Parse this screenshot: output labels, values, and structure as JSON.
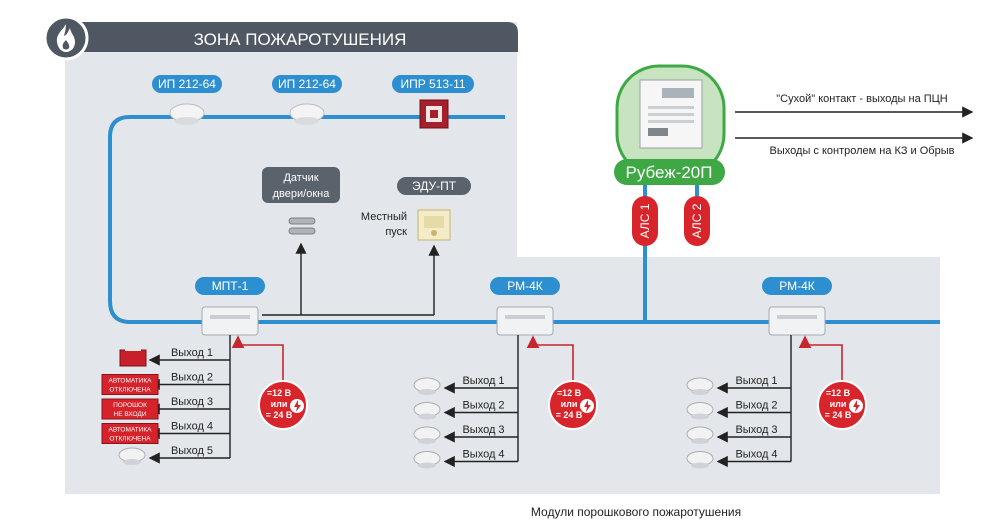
{
  "zone": {
    "title": "ЗОНА ПОЖАРОТУШЕНИЯ"
  },
  "detectors": [
    {
      "label": "ИП 212-64"
    },
    {
      "label": "ИП 212-64"
    },
    {
      "label": "ИПР 513-11"
    }
  ],
  "door_sensor": {
    "label_line1": "Датчик",
    "label_line2": "двери/окна"
  },
  "edu": {
    "label": "ЭДУ-ПТ",
    "caption_line1": "Местный",
    "caption_line2": "пуск"
  },
  "controller": {
    "label": "Рубеж-20П",
    "als1": "АЛС 1",
    "als2": "АЛС 2"
  },
  "outputs_right": [
    {
      "text": "\"Сухой\" контакт - выходы на ПЦН"
    },
    {
      "text": "Выходы с контролем на КЗ и Обрыв"
    }
  ],
  "modules": [
    {
      "label": "МПТ-1",
      "power_l1": "=12 В",
      "power_l2": "или",
      "power_l3": "= 24 В",
      "outputs": [
        "Выход 1",
        "Выход 2",
        "Выход 3",
        "Выход 4",
        "Выход 5"
      ]
    },
    {
      "label": "РМ-4К",
      "power_l1": "=12 В",
      "power_l2": "или",
      "power_l3": "= 24 В",
      "outputs": [
        "Выход 1",
        "Выход 2",
        "Выход 3",
        "Выход 4"
      ]
    },
    {
      "label": "РМ-4К",
      "power_l1": "=12 В",
      "power_l2": "или",
      "power_l3": "= 24 В",
      "outputs": [
        "Выход 1",
        "Выход 2",
        "Выход 3",
        "Выход 4"
      ]
    }
  ],
  "signs": [
    {
      "line1": "АВТОМАТИКА",
      "line2": "ОТКЛЮЧЕНА"
    },
    {
      "line1": "ПОРОШОК",
      "line2": "НЕ ВХОДИ"
    },
    {
      "line1": "АВТОМАТИКА",
      "line2": "ОТКЛЮЧЕНА"
    }
  ],
  "footer": {
    "caption": "Модули порошкового пожаротушения"
  },
  "colors": {
    "panel": "#dfe3e9",
    "dark": "#4d5560",
    "accent_blue": "#2e8fd0",
    "green": "#3ea845",
    "red": "#d8242b"
  }
}
